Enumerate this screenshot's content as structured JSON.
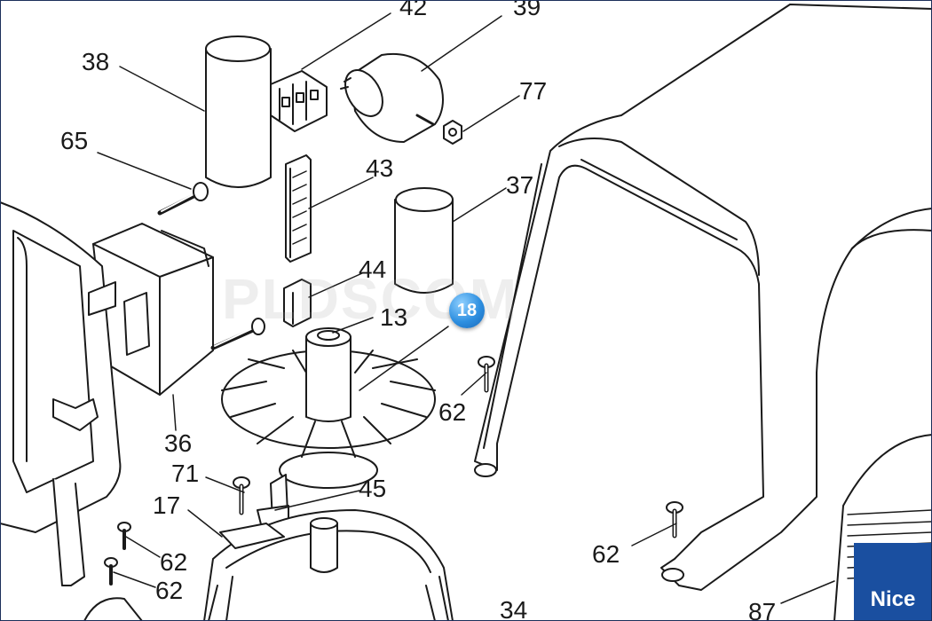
{
  "labels": {
    "p42": "42",
    "p39": "39",
    "p38": "38",
    "p77": "77",
    "p65": "65",
    "p43": "43",
    "p37": "37",
    "p44": "44",
    "p13": "13",
    "p62a": "62",
    "p36": "36",
    "p71": "71",
    "p45": "45",
    "p17": "17",
    "p62b": "62",
    "p62c": "62",
    "p62d": "62",
    "p34": "34",
    "p87": "87"
  },
  "badge": "18",
  "watermark": "PLDSCOM",
  "logo": "Nice"
}
